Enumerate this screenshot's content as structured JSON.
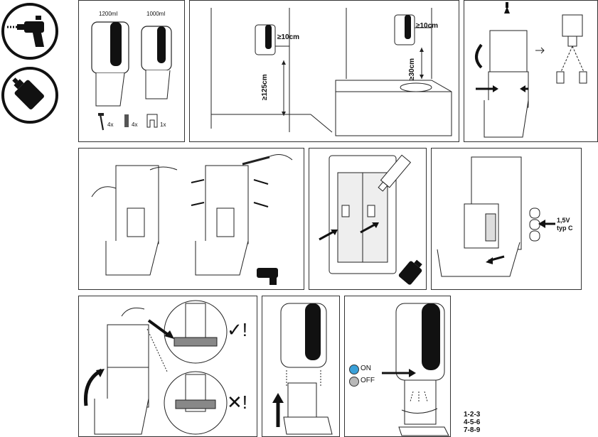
{
  "left_icons": [
    "drill-icon",
    "glue-tube-icon"
  ],
  "panel1": {
    "size_1200": "1200ml",
    "size_1000": "1000ml",
    "screws_qty": "4x",
    "plugs_qty": "4x",
    "clip_qty": "1x"
  },
  "panel2": {
    "gap_side": "≥10cm",
    "height_floor": "≥125cm",
    "gap_side_2": "≥10cm",
    "height_sink": "≥30cm"
  },
  "panel6": {
    "battery_voltage": "1,5V",
    "battery_type": "typ C"
  },
  "panel9": {
    "on_label": "ON",
    "off_label": "OFF",
    "on_color": "#3aa0d8",
    "off_color": "#b8b8b8"
  },
  "panel7": {
    "check_mark": "✓!",
    "cross_mark": "✕!"
  },
  "sequence": [
    "1-2-3",
    "4-5-6",
    "7-8-9"
  ]
}
